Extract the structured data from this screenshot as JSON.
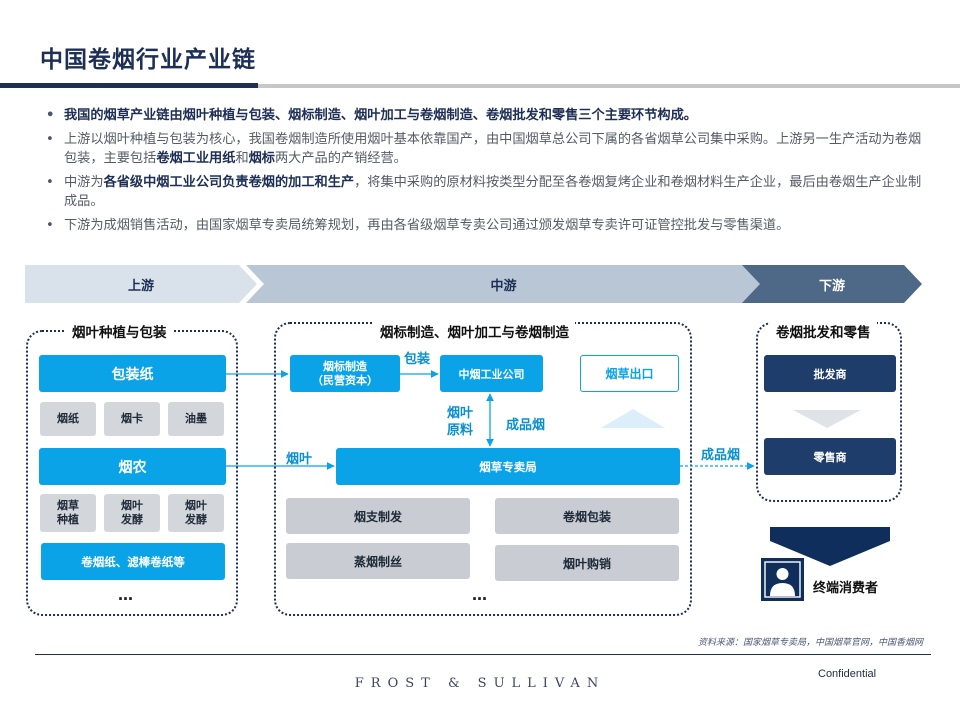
{
  "header": {
    "title": "中国卷烟行业产业链"
  },
  "bullets": {
    "b1": "我国的烟草产业链由烟叶种植与包装、烟标制造、烟叶加工与卷烟制造、卷烟批发和零售三个主要环节构成。",
    "b2_p1": "上游以烟叶种植与包装为核心，我国卷烟制造所使用烟叶基本依靠国产，由中国烟草总公司下属的各省烟草公司集中采购。上游另一生产活动为卷烟包装，主要包括",
    "b2_s1": "卷烟工业用纸",
    "b2_p2": "和",
    "b2_s2": "烟标",
    "b2_p3": "两大产品的产销经营。",
    "b3_p1": "中游为",
    "b3_s1": "各省级中烟工业公司负责卷烟的加工和生产",
    "b3_p2": "，将集中采购的原材料按类型分配至各卷烟复烤企业和卷烟材料生产企业，最后由卷烟生产企业制成品。",
    "b4": "下游为成烟销售活动，由国家烟草专卖局统筹规划，再由各省级烟草专卖公司通过颁发烟草专卖许可证管控批发与零售渠道。"
  },
  "stages": {
    "upstream": "上游",
    "midstream": "中游",
    "downstream": "下游"
  },
  "upstream": {
    "title": "烟叶种植与包装",
    "packaging_paper": "包装纸",
    "items_row1": [
      "烟纸",
      "烟卡",
      "油墨"
    ],
    "tobacco_farmer": "烟农",
    "items_row2": [
      "烟草\n种植",
      "烟叶\n发酵",
      "烟叶\n发酵"
    ],
    "cigarette_paper": "卷烟纸、滤棒卷纸等",
    "ellipsis": "…"
  },
  "midstream": {
    "title": "烟标制造、烟叶加工与卷烟制造",
    "label_maker": "烟标制造\n（民营资本）",
    "industrial_co": "中烟工业公司",
    "export": "烟草出口",
    "monopoly": "烟草专卖局",
    "items": [
      "烟支制发",
      "卷烟包装",
      "蒸烟制丝",
      "烟叶购销"
    ],
    "ellipsis": "…"
  },
  "downstream": {
    "title": "卷烟批发和零售",
    "wholesaler": "批发商",
    "retailer": "零售商"
  },
  "flows": {
    "packaging": "包装",
    "tobacco_leaf": "烟叶",
    "raw_material": "烟叶\n原料",
    "finished_mid": "成品烟",
    "finished_out": "成品烟"
  },
  "consumer": {
    "label": "终端消费者"
  },
  "footer": {
    "source": "资料来源：国家烟草专卖局，中国烟草官网，中国香烟网",
    "brand": "FROST & SULLIVAN",
    "confidential": "Confidential"
  },
  "colors": {
    "navy": "#1e2f55",
    "accent_blue": "#0aa3e8",
    "grey_box": "#d3d6db",
    "dark_box": "#1e3d6b"
  }
}
